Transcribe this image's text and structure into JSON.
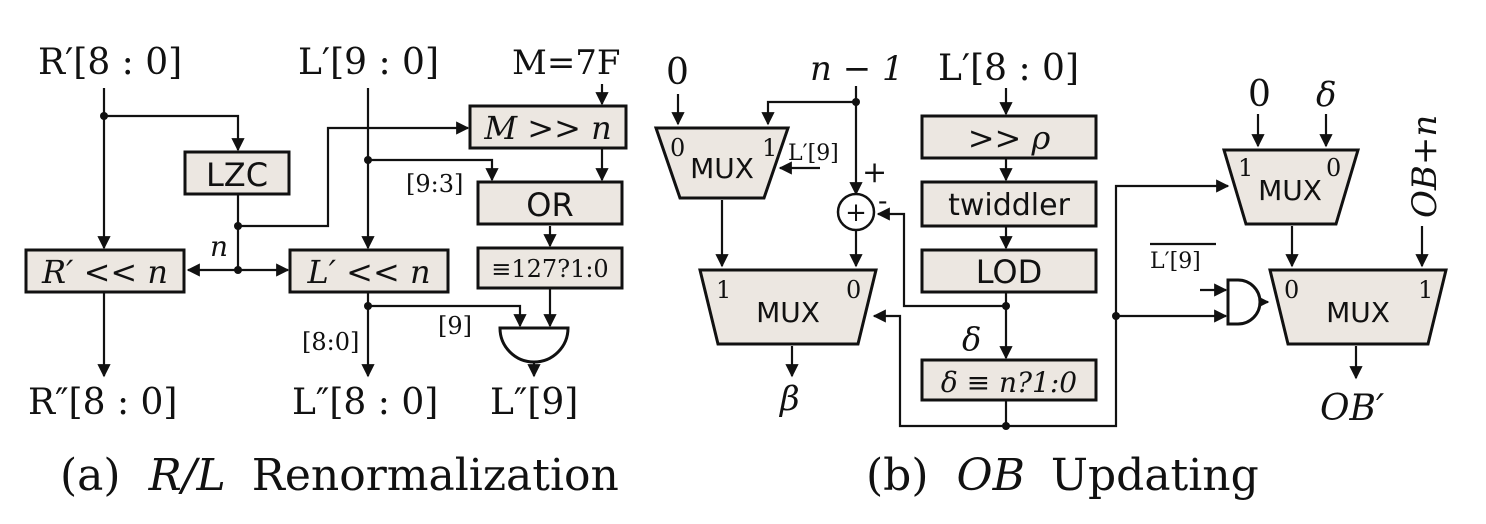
{
  "panel_a": {
    "caption_prefix": "(a)",
    "caption_math": "R/L",
    "caption_rest": "Renormalization",
    "inputs": {
      "r_in": "R′[8 : 0]",
      "l_in": "L′[9 : 0]",
      "m_in": "M=7F"
    },
    "blocks": {
      "lzc": "LZC",
      "r_shift": "R′ << n",
      "l_shift": "L′ << n",
      "m_shift": "M >> n",
      "or": "OR",
      "eq127": "≡127?1:0"
    },
    "labels": {
      "n": "n",
      "slice_9_3": "[9:3]",
      "slice_9": "[9]",
      "slice_8_0": "[8:0]"
    },
    "outputs": {
      "r_out": "R″[8 : 0]",
      "l_out": "L″[8 : 0]",
      "l9_out": "L″[9]"
    }
  },
  "panel_b": {
    "caption_prefix": "(b)",
    "caption_math": "OB",
    "caption_rest": "Updating",
    "inputs": {
      "zero_left": "0",
      "n_minus_1": "n − 1",
      "l_in": "L′[8 : 0]",
      "zero_right": "0",
      "delta_in": "δ",
      "ob_plus_n": "OB+n"
    },
    "blocks": {
      "mux_top_left": "MUX",
      "mux_bottom_left": "MUX",
      "shift_rho": ">> ρ",
      "twiddler": "twiddler",
      "lod": "LOD",
      "delta_eq": "δ ≡ n?1:0",
      "mux_top_right": "MUX",
      "mux_bottom_right": "MUX"
    },
    "labels": {
      "sel_l9": "L′[9]",
      "plus": "+",
      "minus": "-",
      "adder": "+",
      "delta": "δ",
      "not_l9": "L′[9]",
      "mux_tl_0": "0",
      "mux_tl_1": "1",
      "mux_bl_1": "1",
      "mux_bl_0": "0",
      "mux_tr_1": "1",
      "mux_tr_0": "0",
      "mux_br_0": "0",
      "mux_br_1": "1"
    },
    "outputs": {
      "beta": "β",
      "ob_out": "OB′"
    }
  }
}
